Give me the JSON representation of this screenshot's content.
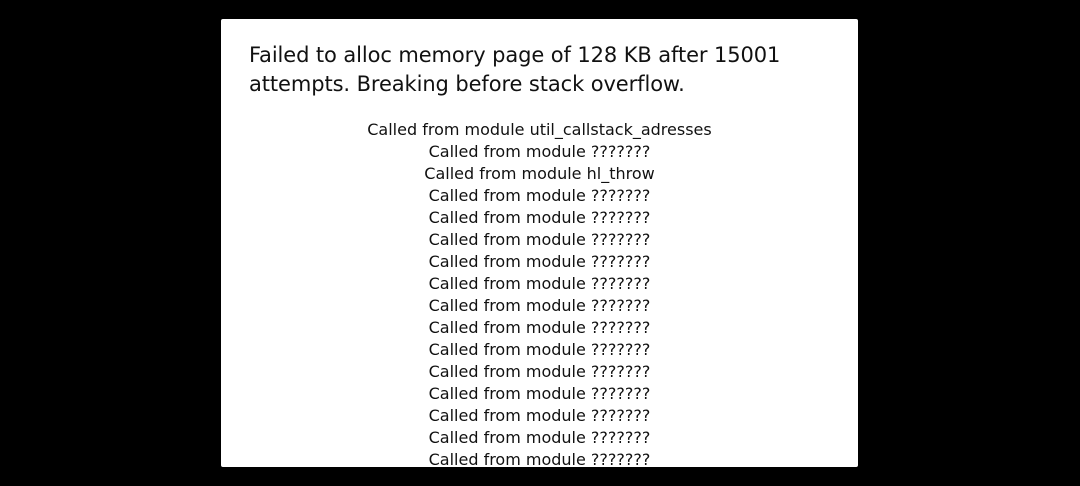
{
  "dialog": {
    "title": "Failed to alloc memory page of 128 KB after 15001 attempts. Breaking before stack overflow."
  },
  "callstack": [
    "Called from module util_callstack_adresses",
    "Called from module ???????",
    "Called from module hl_throw",
    "Called from module ???????",
    "Called from module ???????",
    "Called from module ???????",
    "Called from module ???????",
    "Called from module ???????",
    "Called from module ???????",
    "Called from module ???????",
    "Called from module ???????",
    "Called from module ???????",
    "Called from module ???????",
    "Called from module ???????",
    "Called from module ???????",
    "Called from module ???????"
  ]
}
